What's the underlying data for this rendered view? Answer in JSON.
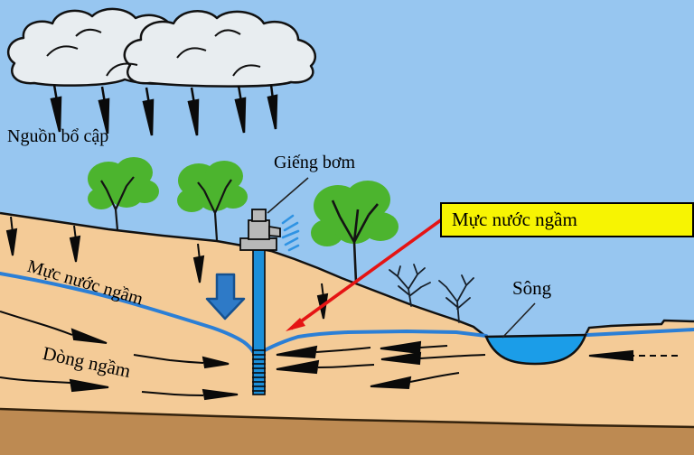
{
  "labels": {
    "recharge": "Nguồn bổ cập",
    "pump_well": "Giếng bơm",
    "water_table_callout": "Mực nước ngầm",
    "water_table": "Mực nước ngầm",
    "underground_flow": "Dòng ngầm",
    "river": "Sông"
  },
  "colors": {
    "sky": "#97c6f0",
    "soil": "#f4cb97",
    "deep_soil": "#bd8a52",
    "river_water": "#1b9de8",
    "well_pipe": "#1b8fd9",
    "water_table_line": "#2b7fd6",
    "recharge_arrow": "#2e7ac7",
    "callout_bg": "#f7f402",
    "callout_arrow": "#e51414",
    "tree_green": "#4cb42e",
    "cloud": "#e8edf0",
    "pump_gray": "#b8b8b8"
  }
}
